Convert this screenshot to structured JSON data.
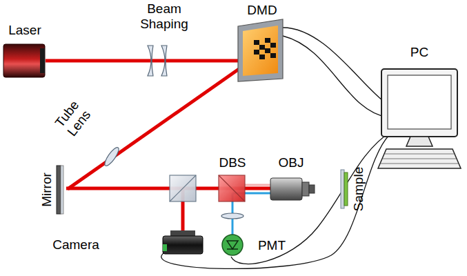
{
  "diagram": {
    "labels": [
      "Beam Shaping",
      "DMD",
      "Laser",
      "PC",
      "Tube Lens",
      "Mirror",
      "DBS",
      "OBJ",
      "Sample",
      "Camera",
      "PMT"
    ]
  }
}
